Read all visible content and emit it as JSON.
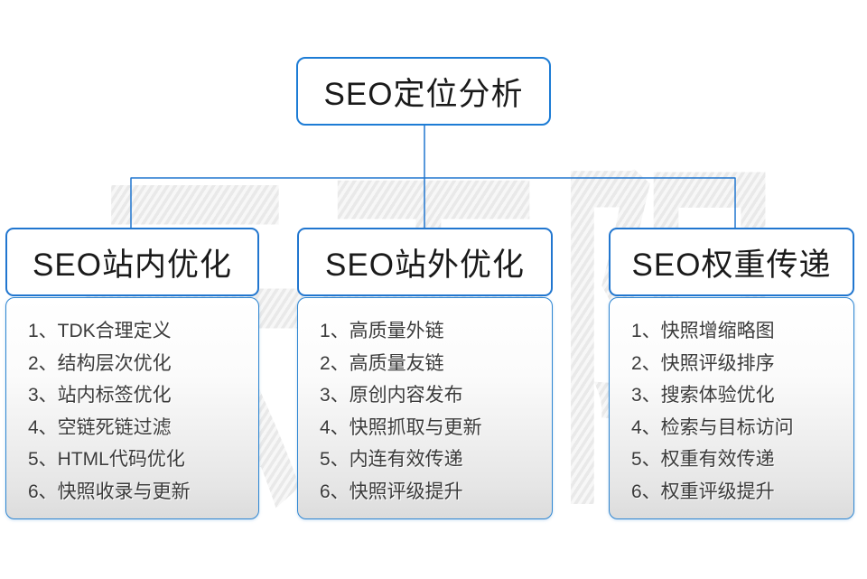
{
  "diagram": {
    "root": {
      "title": "SEO定位分析"
    },
    "branches": [
      {
        "title": "SEO站内优化",
        "items": [
          "1、TDK合理定义",
          "2、结构层次优化",
          "3、站内标签优化",
          "4、空链死链过滤",
          "5、HTML代码优化",
          "6、快照收录与更新"
        ]
      },
      {
        "title": "SEO站外优化",
        "items": [
          "1、高质量外链",
          "2、高质量友链",
          "3、原创内容发布",
          "4、快照抓取与更新",
          "5、内连有效传递",
          "6、快照评级提升"
        ]
      },
      {
        "title": "SEO权重传递",
        "items": [
          "1、快照增缩略图",
          "2、快照评级排序",
          "3、搜索体验优化",
          "4、检索与目标访问",
          "5、权重有效传递",
          "6、权重评级提升"
        ]
      }
    ],
    "watermark": "云无限",
    "colors": {
      "accent": "#1d7cd5",
      "panel_border": "#2e86d2",
      "panel_gradient_start": "#ffffff",
      "panel_gradient_end": "#dcdcdc",
      "text": "#1a1a1a",
      "list_text": "#3b3b3b"
    }
  }
}
